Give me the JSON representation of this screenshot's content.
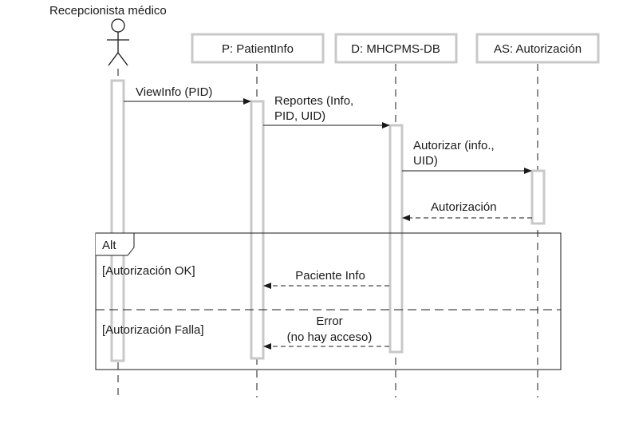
{
  "actor": {
    "label": "Recepcionista médico"
  },
  "objects": [
    {
      "label": "P: PatientInfo"
    },
    {
      "label": "D: MHCPMS-DB"
    },
    {
      "label": "AS: Autorización"
    }
  ],
  "messages": {
    "viewinfo": [
      "ViewInfo (PID)"
    ],
    "reportes": [
      "Reportes (Info,",
      "PID, UID)"
    ],
    "autorizar": [
      "Autorizar (info.,",
      "UID)"
    ],
    "autorizacion": [
      "Autorización"
    ],
    "paciente_info": [
      "Paciente Info"
    ],
    "error": [
      "Error",
      "(no hay acceso)"
    ]
  },
  "fragment": {
    "operator": "Alt",
    "guard_ok": "[Autorización OK]",
    "guard_fail": "[Autorización Falla]"
  }
}
